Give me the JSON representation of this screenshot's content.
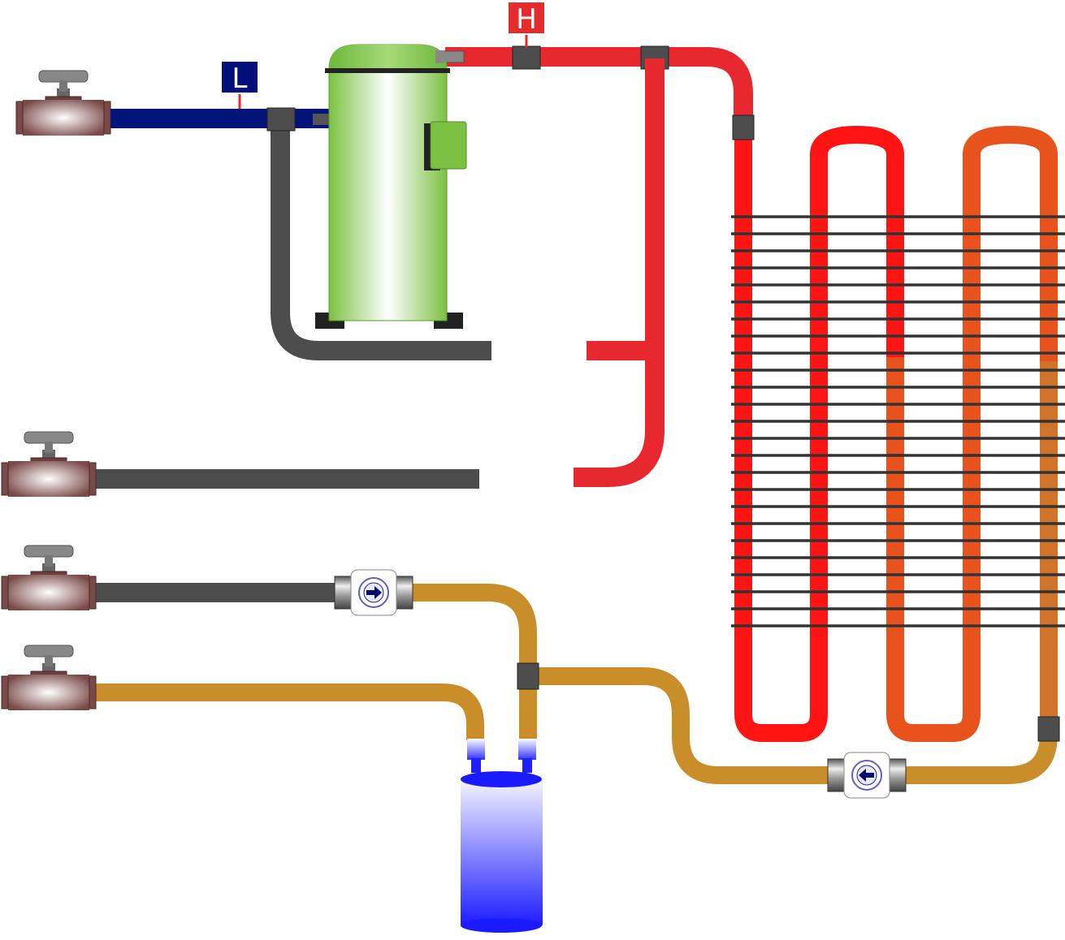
{
  "gauges": {
    "low": {
      "label": "L",
      "color": "#000f7a"
    },
    "high": {
      "label": "H",
      "color": "#e52b2b"
    }
  },
  "colors": {
    "suction_line": "#02147a",
    "discharge_line": "#e8282f",
    "condenser_hot": "#ff1414",
    "condenser_warm": "#e8521c",
    "condenser_cool": "#d47a28",
    "liquid_line": "#c98e2a",
    "gray_line": "#4d4d4d",
    "fin": "#333333",
    "compressor": "#7cc142",
    "receiver": "#1a1aff",
    "valve_body": "#7a4a48"
  },
  "components": {
    "service_valves": [
      "service-valve-1",
      "service-valve-2",
      "service-valve-3",
      "service-valve-4"
    ],
    "sight_glasses": [
      {
        "name": "sight-glass-top",
        "arrow": "right"
      },
      {
        "name": "sight-glass-bottom",
        "arrow": "left"
      }
    ]
  }
}
